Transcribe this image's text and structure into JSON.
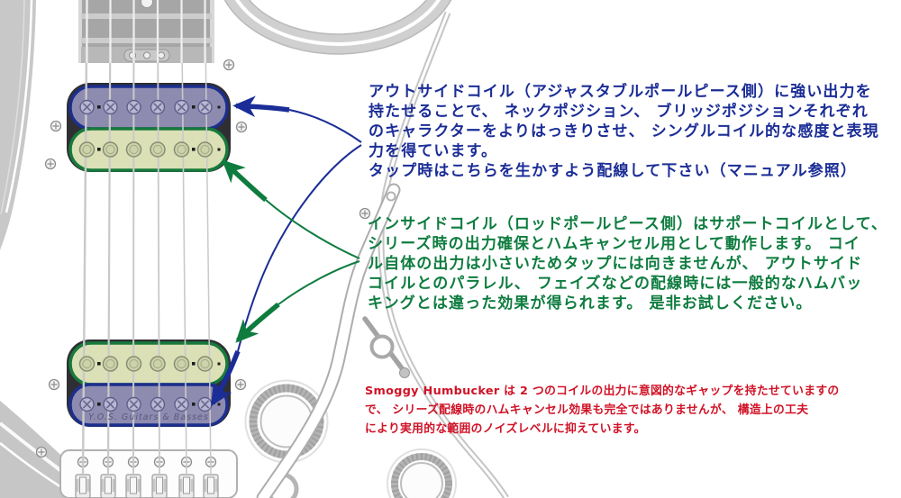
{
  "annotations": {
    "outside_coil": {
      "text": "アウトサイドコイル（アジャスタブルポールピース側）に強い出力を\n持たせることで、 ネックポジション、 ブリッジポジションそれぞれ\nのキャラクターをよりはっきりさせ、 シングルコイル的な感度と表現\n力を得ています。\nタップ時はこちらを生かすよう配線して下さい（マニュアル参照）",
      "color": "#1b2d96"
    },
    "inside_coil": {
      "text": "インサイドコイル（ロッドポールピース側）はサポートコイルとして、\nシリーズ時の出力確保とハムキャンセル用として動作します。 コイ\nル自体の出力は小さいためタップには向きませんが、 アウトサイド\nコイルとのパラレル、 フェイズなどの配線時には一般的なハムバッ\nキングとは違った効果が得られます。 是非お試しください。",
      "color": "#0e7c3f"
    },
    "noise_note": {
      "text": "Smoggy Humbucker は 2 つのコイルの出力に意図的なギャップを持たせていますの\nで、 シリーズ配線時のハムキャンセル効果も完全ではありませんが、 構造上の工夫\nにより実用的な範囲のノイズレベルに抑えています。",
      "color": "#d01226"
    }
  },
  "guitar": {
    "brand_label": "Y.O.S. Guitars & Basses",
    "pickups": [
      {
        "name": "neck",
        "coils": [
          "outside (blue border, adjustable pole pieces)",
          "inside (green border, rod pole pieces)"
        ],
        "poles_per_coil": 6
      },
      {
        "name": "bridge",
        "coils": [
          "inside (green border, rod pole pieces)",
          "outside (blue border, adjustable pole pieces)"
        ],
        "poles_per_coil": 6
      }
    ],
    "strings": 6
  },
  "colors": {
    "blue_text_arrow": "#1b2d96",
    "green_text_arrow": "#0e7c3f",
    "red_text": "#d01226",
    "outside_coil_fill": "#8e8bb0",
    "outside_coil_border": "#1c2f8e",
    "inside_coil_fill": "#dbe0b6",
    "inside_coil_border": "#177a3c",
    "pickup_surround": "#2f2f33",
    "body_line_gray": "#c5c5c5"
  }
}
